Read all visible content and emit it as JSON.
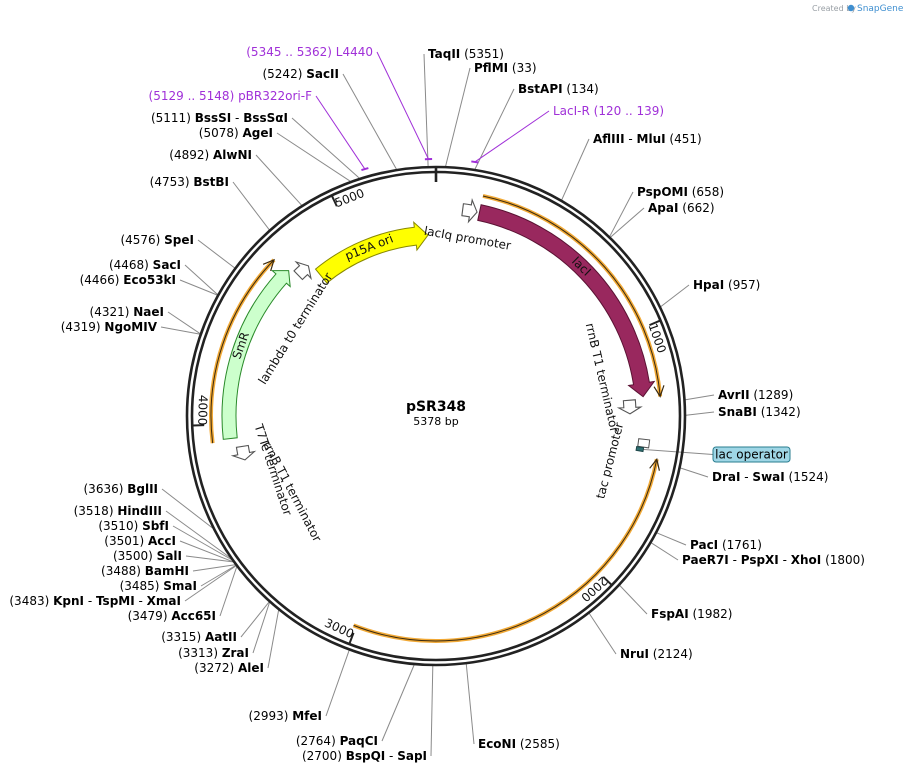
{
  "plasmid": {
    "name": "pSR348",
    "length_bp": 5378,
    "size_label": "5378 bp"
  },
  "credit": {
    "prefix": "Created by",
    "brand": "SnapGene"
  },
  "ticks": [
    {
      "pos": 1000,
      "label": "1000"
    },
    {
      "pos": 2000,
      "label": "2000"
    },
    {
      "pos": 3000,
      "label": "3000"
    },
    {
      "pos": 4000,
      "label": "4000"
    },
    {
      "pos": 5000,
      "label": "5000"
    }
  ],
  "features": [
    {
      "id": "lacI",
      "label": "lacI",
      "start": 180,
      "end": 1265,
      "type": "cds",
      "direction": 1,
      "color": "#99285e",
      "label_inside": true
    },
    {
      "id": "lacIq-promoter",
      "label": "lacIq promoter",
      "start": 100,
      "end": 180,
      "type": "promoter",
      "direction": 1,
      "color": "#ffffff"
    },
    {
      "id": "rrnB-T1-terminator-1",
      "label": "rrnB T1 terminator",
      "start": 1280,
      "end": 1330,
      "type": "terminator",
      "direction": 1,
      "color": "#ffffff"
    },
    {
      "id": "tac-promoter",
      "label": "tac promoter",
      "start": 1440,
      "end": 1470,
      "type": "promoter",
      "direction": 1,
      "color": "#ffffff"
    },
    {
      "id": "lac-operator",
      "label": "lac operator",
      "start": 1474,
      "end": 1490,
      "type": "misc",
      "direction": 0,
      "color": "#2f6f72"
    },
    {
      "id": "T7Te-terminator",
      "label": "T7Te terminator",
      "start": 3860,
      "end": 3880,
      "type": "terminator",
      "direction": -1,
      "color": "#ffffff"
    },
    {
      "id": "rrnB-T1-terminator-2",
      "label": "rrnB T1 terminator",
      "start": 3815,
      "end": 3855,
      "type": "terminator",
      "direction": -1,
      "color": "#ffffff"
    },
    {
      "id": "SmR",
      "label": "SmR",
      "start": 3940,
      "end": 4700,
      "type": "cds",
      "direction": 1,
      "color": "#ccffcc",
      "label_inside": true
    },
    {
      "id": "lambda-t0-terminator",
      "label": "lambda t0 terminator",
      "start": 4700,
      "end": 4780,
      "type": "terminator",
      "direction": 1,
      "color": "#ffffff"
    },
    {
      "id": "p15A-ori",
      "label": "p15A ori",
      "start": 4790,
      "end": 5340,
      "type": "origin",
      "direction": 1,
      "color": "#ffff00",
      "label_inside": true
    }
  ],
  "orange_arcs": [
    {
      "start": 180,
      "end": 1270,
      "direction": 1
    },
    {
      "start": 1510,
      "end": 3010,
      "direction": -1
    },
    {
      "start": 3930,
      "end": 4690,
      "direction": 1
    }
  ],
  "feature_labels_outside": [
    {
      "feature": "lacIq-promoter",
      "text": "lacIq promoter"
    },
    {
      "feature": "rrnB-T1-terminator-1",
      "text": "rrnB T1 terminator"
    },
    {
      "feature": "tac-promoter",
      "text": "tac promoter"
    },
    {
      "feature": "T7Te-terminator",
      "text": "T7Te terminator"
    },
    {
      "feature": "rrnB-T1-terminator-2",
      "text": "rrnB T1 terminator"
    },
    {
      "feature": "lambda-t0-terminator",
      "text": "lambda t0 terminator"
    }
  ],
  "lac_operator_badge": {
    "text": "lac operator"
  },
  "primers": [
    {
      "name": "L4440",
      "range": "(5345 .. 5362)",
      "pos": 5353
    },
    {
      "name": "pBR322ori-F",
      "range": "(5129 .. 5148)",
      "pos": 5138
    },
    {
      "name": "LacI-R",
      "range": "(120 .. 139)",
      "pos": 130
    }
  ],
  "sites": [
    {
      "pos": 5351,
      "names": [
        "TaqII"
      ],
      "coord": "(5351)",
      "side": "right"
    },
    {
      "pos": 33,
      "names": [
        "PflMI"
      ],
      "coord": "(33)",
      "side": "right"
    },
    {
      "pos": 134,
      "names": [
        "BstAPI"
      ],
      "coord": "(134)",
      "side": "right"
    },
    {
      "pos": 451,
      "names": [
        "AflIII",
        "MluI"
      ],
      "coord": "(451)",
      "side": "right"
    },
    {
      "pos": 658,
      "names": [
        "PspOMI"
      ],
      "coord": "(658)",
      "side": "right"
    },
    {
      "pos": 662,
      "names": [
        "ApaI"
      ],
      "coord": "(662)",
      "side": "right"
    },
    {
      "pos": 957,
      "names": [
        "HpaI"
      ],
      "coord": "(957)",
      "side": "right"
    },
    {
      "pos": 1289,
      "names": [
        "AvrII"
      ],
      "coord": "(1289)",
      "side": "right"
    },
    {
      "pos": 1342,
      "names": [
        "SnaBI"
      ],
      "coord": "(1342)",
      "side": "right"
    },
    {
      "pos": 1524,
      "names": [
        "DraI",
        "SwaI"
      ],
      "coord": "(1524)",
      "side": "right"
    },
    {
      "pos": 1761,
      "names": [
        "PacI"
      ],
      "coord": "(1761)",
      "side": "right"
    },
    {
      "pos": 1800,
      "names": [
        "PaeR7I",
        "PspXI",
        "XhoI"
      ],
      "coord": "(1800)",
      "side": "right"
    },
    {
      "pos": 1982,
      "names": [
        "FspAI"
      ],
      "coord": "(1982)",
      "side": "right"
    },
    {
      "pos": 2124,
      "names": [
        "NruI"
      ],
      "coord": "(2124)",
      "side": "right"
    },
    {
      "pos": 2585,
      "names": [
        "EcoNI"
      ],
      "coord": "(2585)",
      "side": "right"
    },
    {
      "pos": 2700,
      "names": [
        "BspQI",
        "SapI"
      ],
      "coord": "(2700)",
      "side": "left"
    },
    {
      "pos": 2764,
      "names": [
        "PaqCI"
      ],
      "coord": "(2764)",
      "side": "left"
    },
    {
      "pos": 2993,
      "names": [
        "MfeI"
      ],
      "coord": "(2993)",
      "side": "left"
    },
    {
      "pos": 3272,
      "names": [
        "AleI"
      ],
      "coord": "(3272)",
      "side": "left"
    },
    {
      "pos": 3313,
      "names": [
        "ZraI"
      ],
      "coord": "(3313)",
      "side": "left"
    },
    {
      "pos": 3315,
      "names": [
        "AatII"
      ],
      "coord": "(3315)",
      "side": "left"
    },
    {
      "pos": 3479,
      "names": [
        "Acc65I"
      ],
      "coord": "(3479)",
      "side": "left"
    },
    {
      "pos": 3483,
      "names": [
        "KpnI",
        "TspMI",
        "XmaI"
      ],
      "coord": "(3483)",
      "side": "left"
    },
    {
      "pos": 3485,
      "names": [
        "SmaI"
      ],
      "coord": "(3485)",
      "side": "left"
    },
    {
      "pos": 3488,
      "names": [
        "BamHI"
      ],
      "coord": "(3488)",
      "side": "left"
    },
    {
      "pos": 3500,
      "names": [
        "SalI"
      ],
      "coord": "(3500)",
      "side": "left"
    },
    {
      "pos": 3501,
      "names": [
        "AccI"
      ],
      "coord": "(3501)",
      "side": "left"
    },
    {
      "pos": 3510,
      "names": [
        "SbfI"
      ],
      "coord": "(3510)",
      "side": "left"
    },
    {
      "pos": 3518,
      "names": [
        "HindIII"
      ],
      "coord": "(3518)",
      "side": "left"
    },
    {
      "pos": 3636,
      "names": [
        "BglII"
      ],
      "coord": "(3636)",
      "side": "left"
    },
    {
      "pos": 4319,
      "names": [
        "NgoMIV"
      ],
      "coord": "(4319)",
      "side": "left"
    },
    {
      "pos": 4321,
      "names": [
        "NaeI"
      ],
      "coord": "(4321)",
      "side": "left"
    },
    {
      "pos": 4466,
      "names": [
        "Eco53kI"
      ],
      "coord": "(4466)",
      "side": "left"
    },
    {
      "pos": 4468,
      "names": [
        "SacI"
      ],
      "coord": "(4468)",
      "side": "left"
    },
    {
      "pos": 4576,
      "names": [
        "SpeI"
      ],
      "coord": "(4576)",
      "side": "left"
    },
    {
      "pos": 4753,
      "names": [
        "BstBI"
      ],
      "coord": "(4753)",
      "side": "left"
    },
    {
      "pos": 4892,
      "names": [
        "AlwNI"
      ],
      "coord": "(4892)",
      "side": "left"
    },
    {
      "pos": 5078,
      "names": [
        "AgeI"
      ],
      "coord": "(5078)",
      "side": "left"
    },
    {
      "pos": 5111,
      "names": [
        "BssSI",
        "BssSαI"
      ],
      "coord": "(5111)",
      "side": "left"
    },
    {
      "pos": 5242,
      "names": [
        "SacII"
      ],
      "coord": "(5242)",
      "side": "left"
    }
  ],
  "colors": {
    "backbone": "#222222",
    "site_line": "#8a8a8a",
    "primer": "#a030d8",
    "orange": "#f0a020",
    "lac_operator_fill": "#9fd6e6",
    "lac_operator_stroke": "#2a7d8f"
  }
}
